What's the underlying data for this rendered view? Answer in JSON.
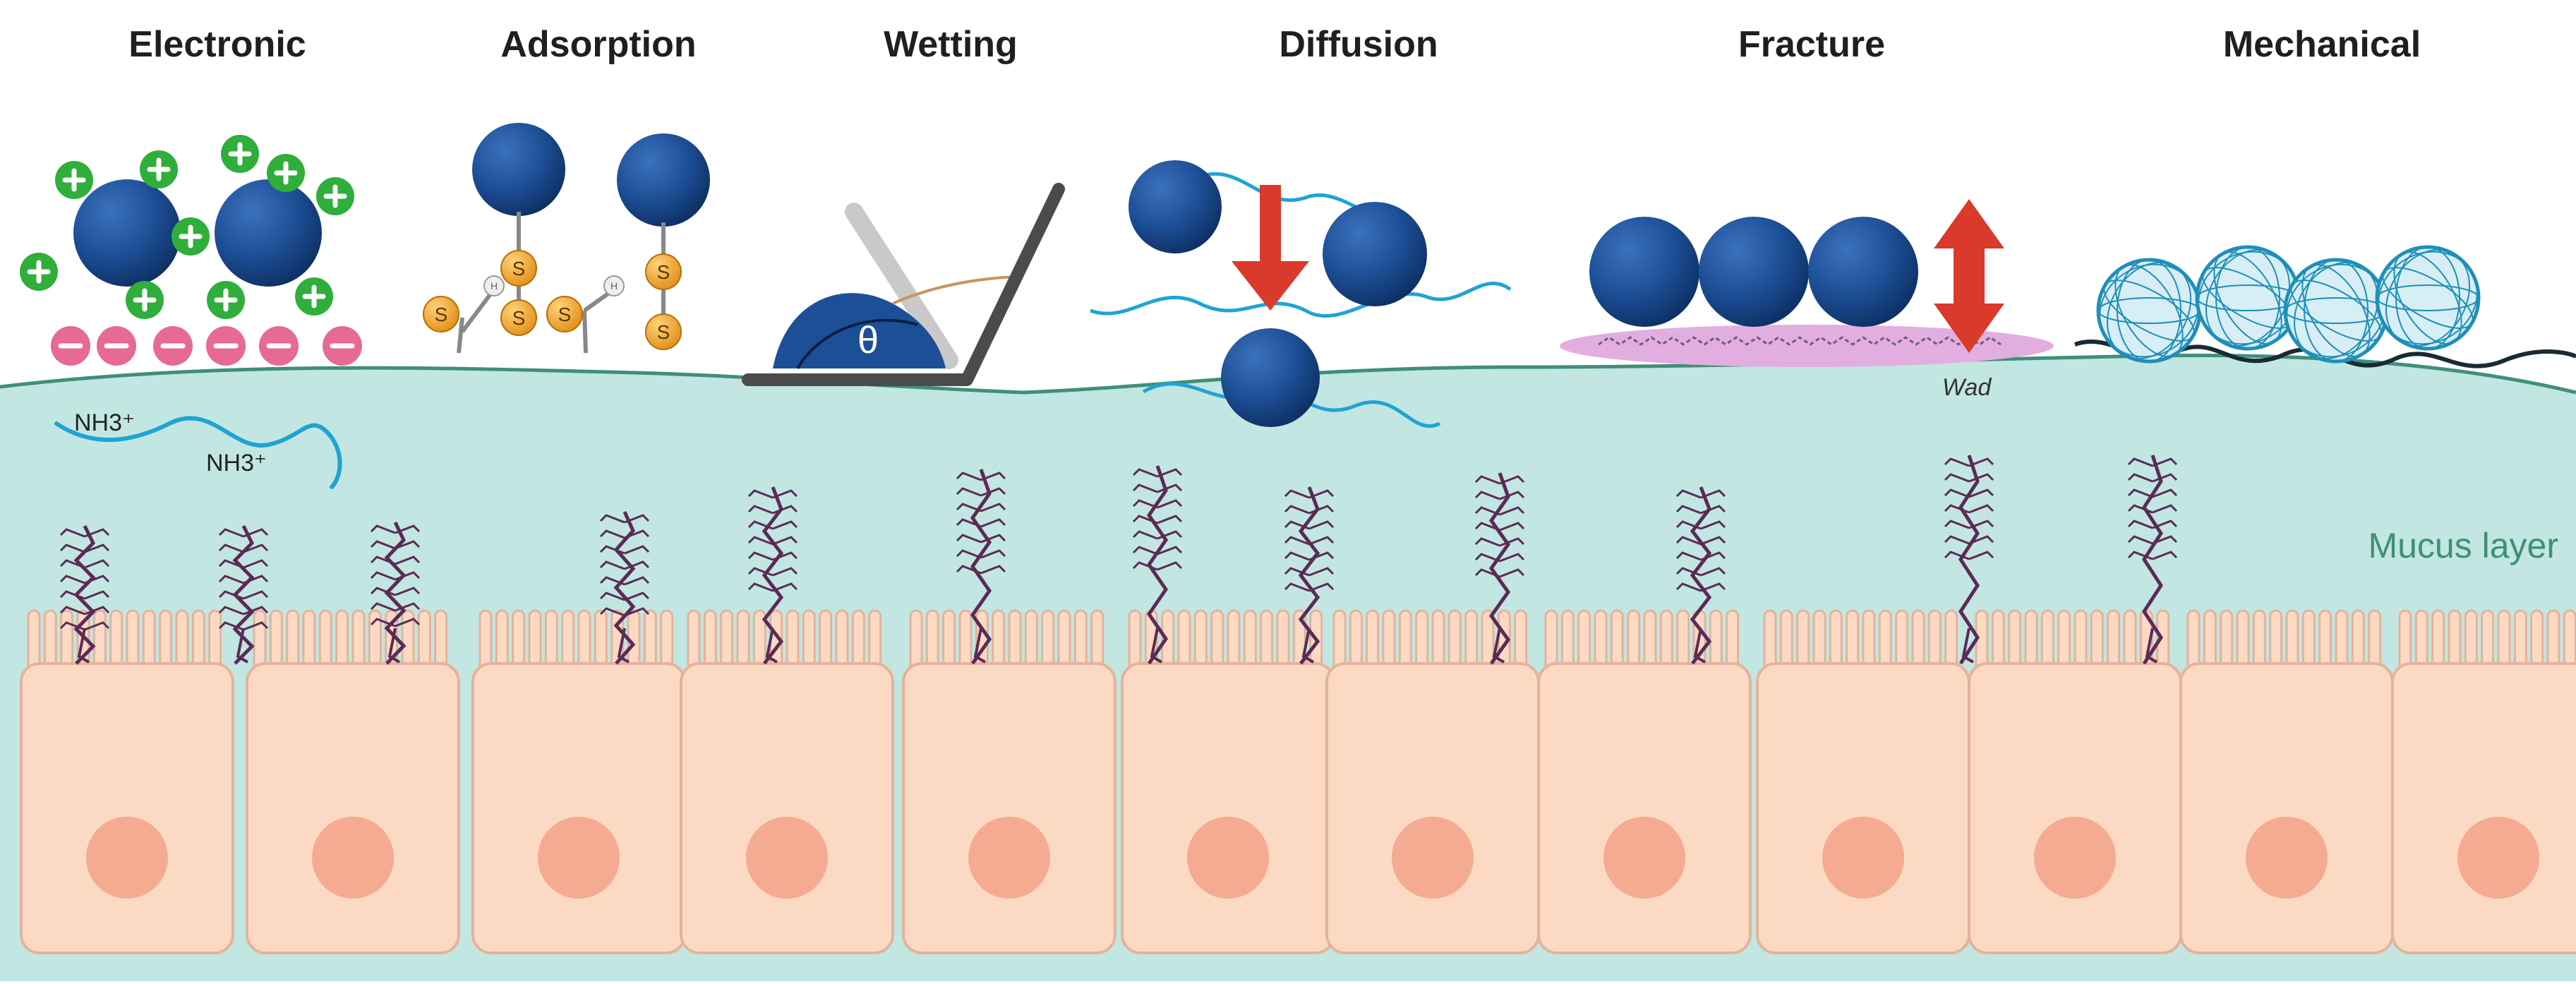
{
  "headings": {
    "electronic": "Electronic",
    "adsorption": "Adsorption",
    "wetting": "Wetting",
    "diffusion": "Diffusion",
    "fracture": "Fracture",
    "mechanical": "Mechanical"
  },
  "labels": {
    "nh3_a": "NH3⁺",
    "nh3_b": "NH3⁺",
    "theta": "θ",
    "wad": "Wad",
    "mucus_layer": "Mucus layer",
    "s": "S",
    "h": "H"
  },
  "colors": {
    "mucus": "#c2e6e2",
    "mucus_line": "#3f8f7a",
    "cell_fill": "#fcd9c2",
    "cell_stroke": "#e3b39a",
    "nucleus": "#f4ab92",
    "particle": "#1d4f96",
    "particle_dark": "#0d2f63",
    "positive": "#2fae3b",
    "negative": "#e66a92",
    "sulfur": "#f1a227",
    "arrow": "#d93a2b",
    "glycan": "#5b2a55",
    "chain": "#1ea4d4",
    "fracture_pad": "#e2aee0",
    "mesh": "#1f8fb8"
  }
}
